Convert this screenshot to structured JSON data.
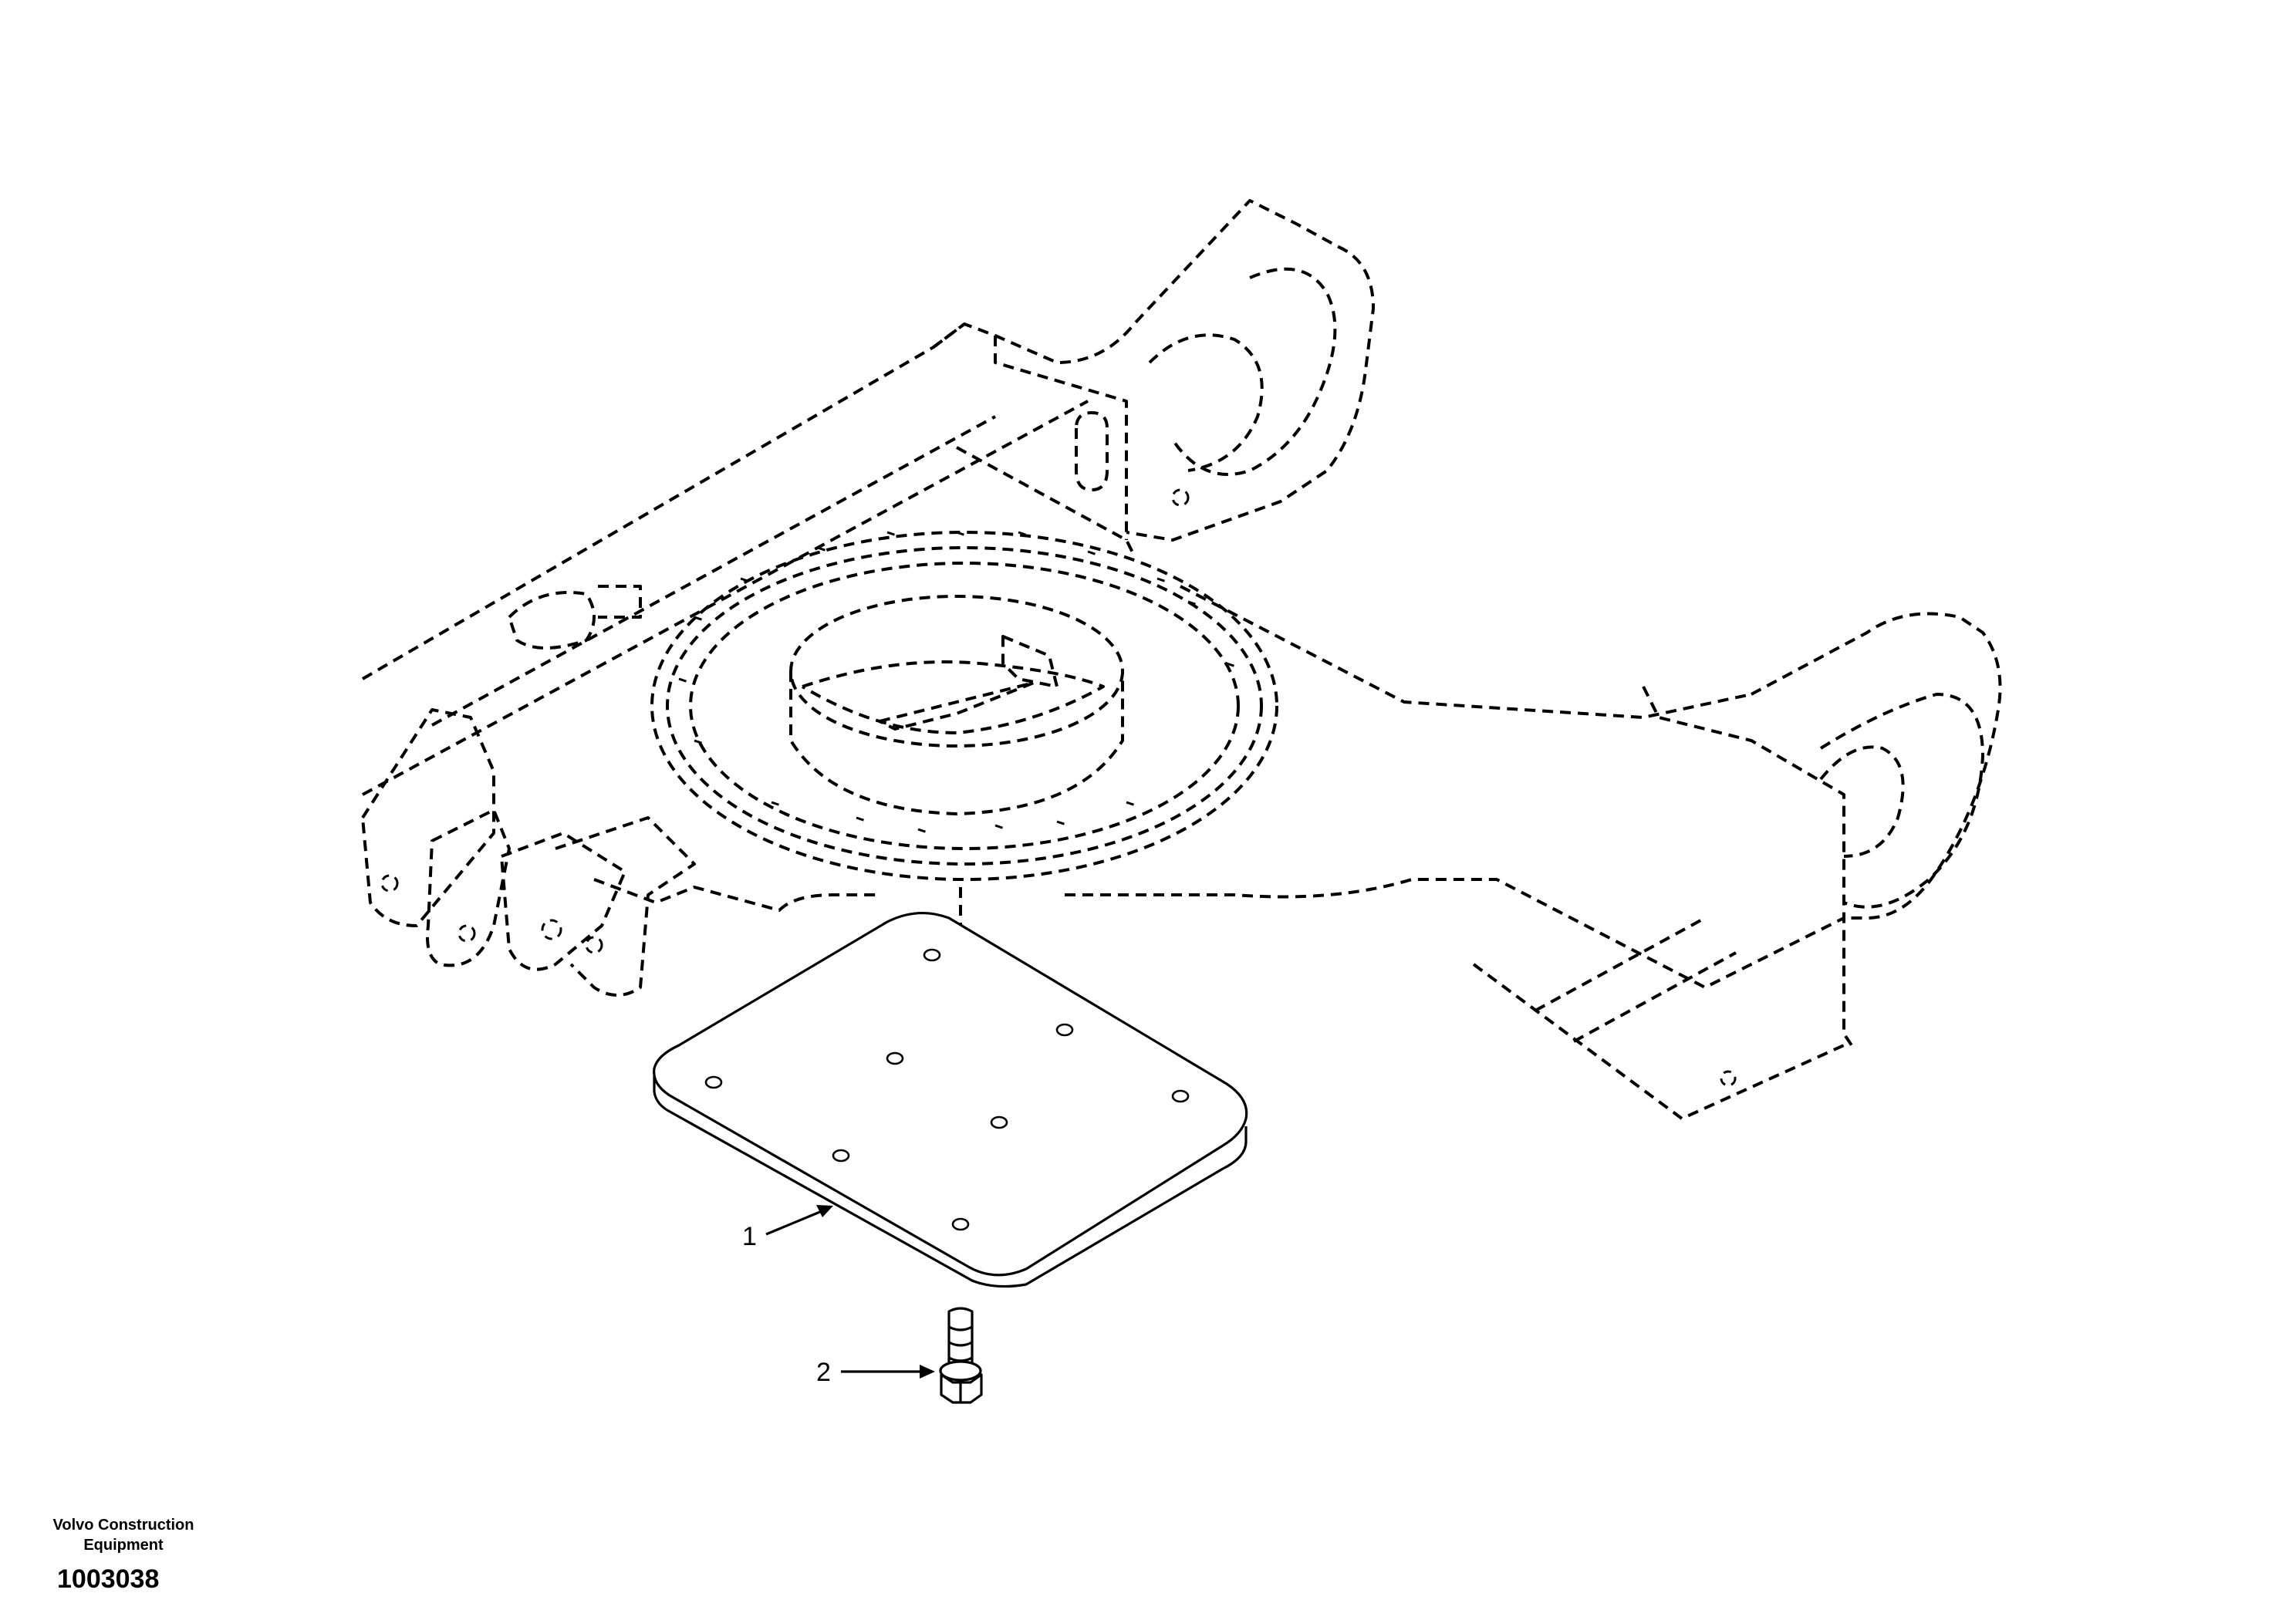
{
  "diagram": {
    "callouts": [
      {
        "label": "1",
        "part": "cover-plate"
      },
      {
        "label": "2",
        "part": "bolt-with-washer"
      }
    ]
  },
  "footer": {
    "manufacturer_line1": "Volvo Construction",
    "manufacturer_line2": "Equipment",
    "drawing_number": "1003038"
  },
  "colors": {
    "ink": "#000000",
    "background": "#ffffff"
  }
}
